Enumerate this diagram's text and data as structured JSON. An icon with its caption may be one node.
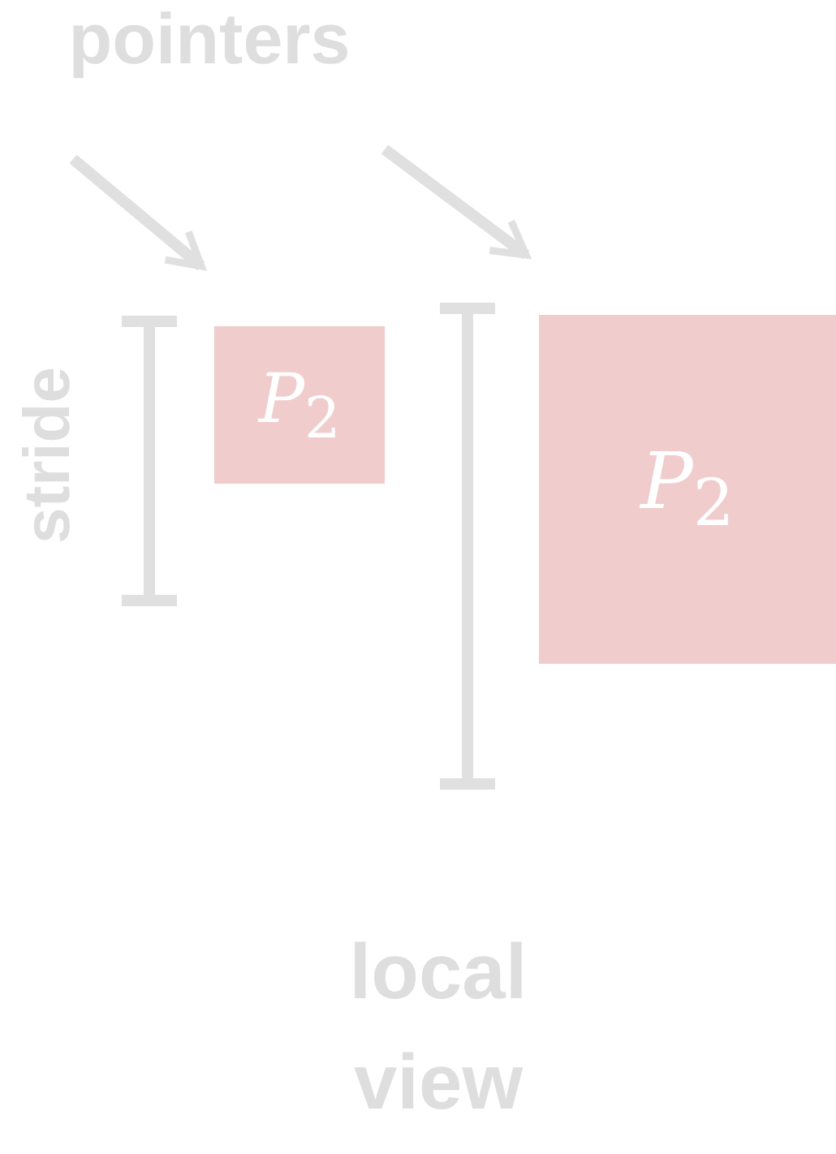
{
  "diagram": {
    "nodes": [
      {
        "text": [
          "pointers"
        ]
      },
      {
        "text": [
          "*P*$_{2}$"
        ]
      },
      {
        "text": [
          "*P*$_{2}$"
        ]
      }
    ],
    "edges": [
      {
        "from": 0,
        "to": 1,
        "arrow": "to"
      },
      {
        "from": 0,
        "to": 2,
        "arrow": "to"
      }
    ],
    "labels": [
      "stride",
      "local view"
    ]
  }
}
